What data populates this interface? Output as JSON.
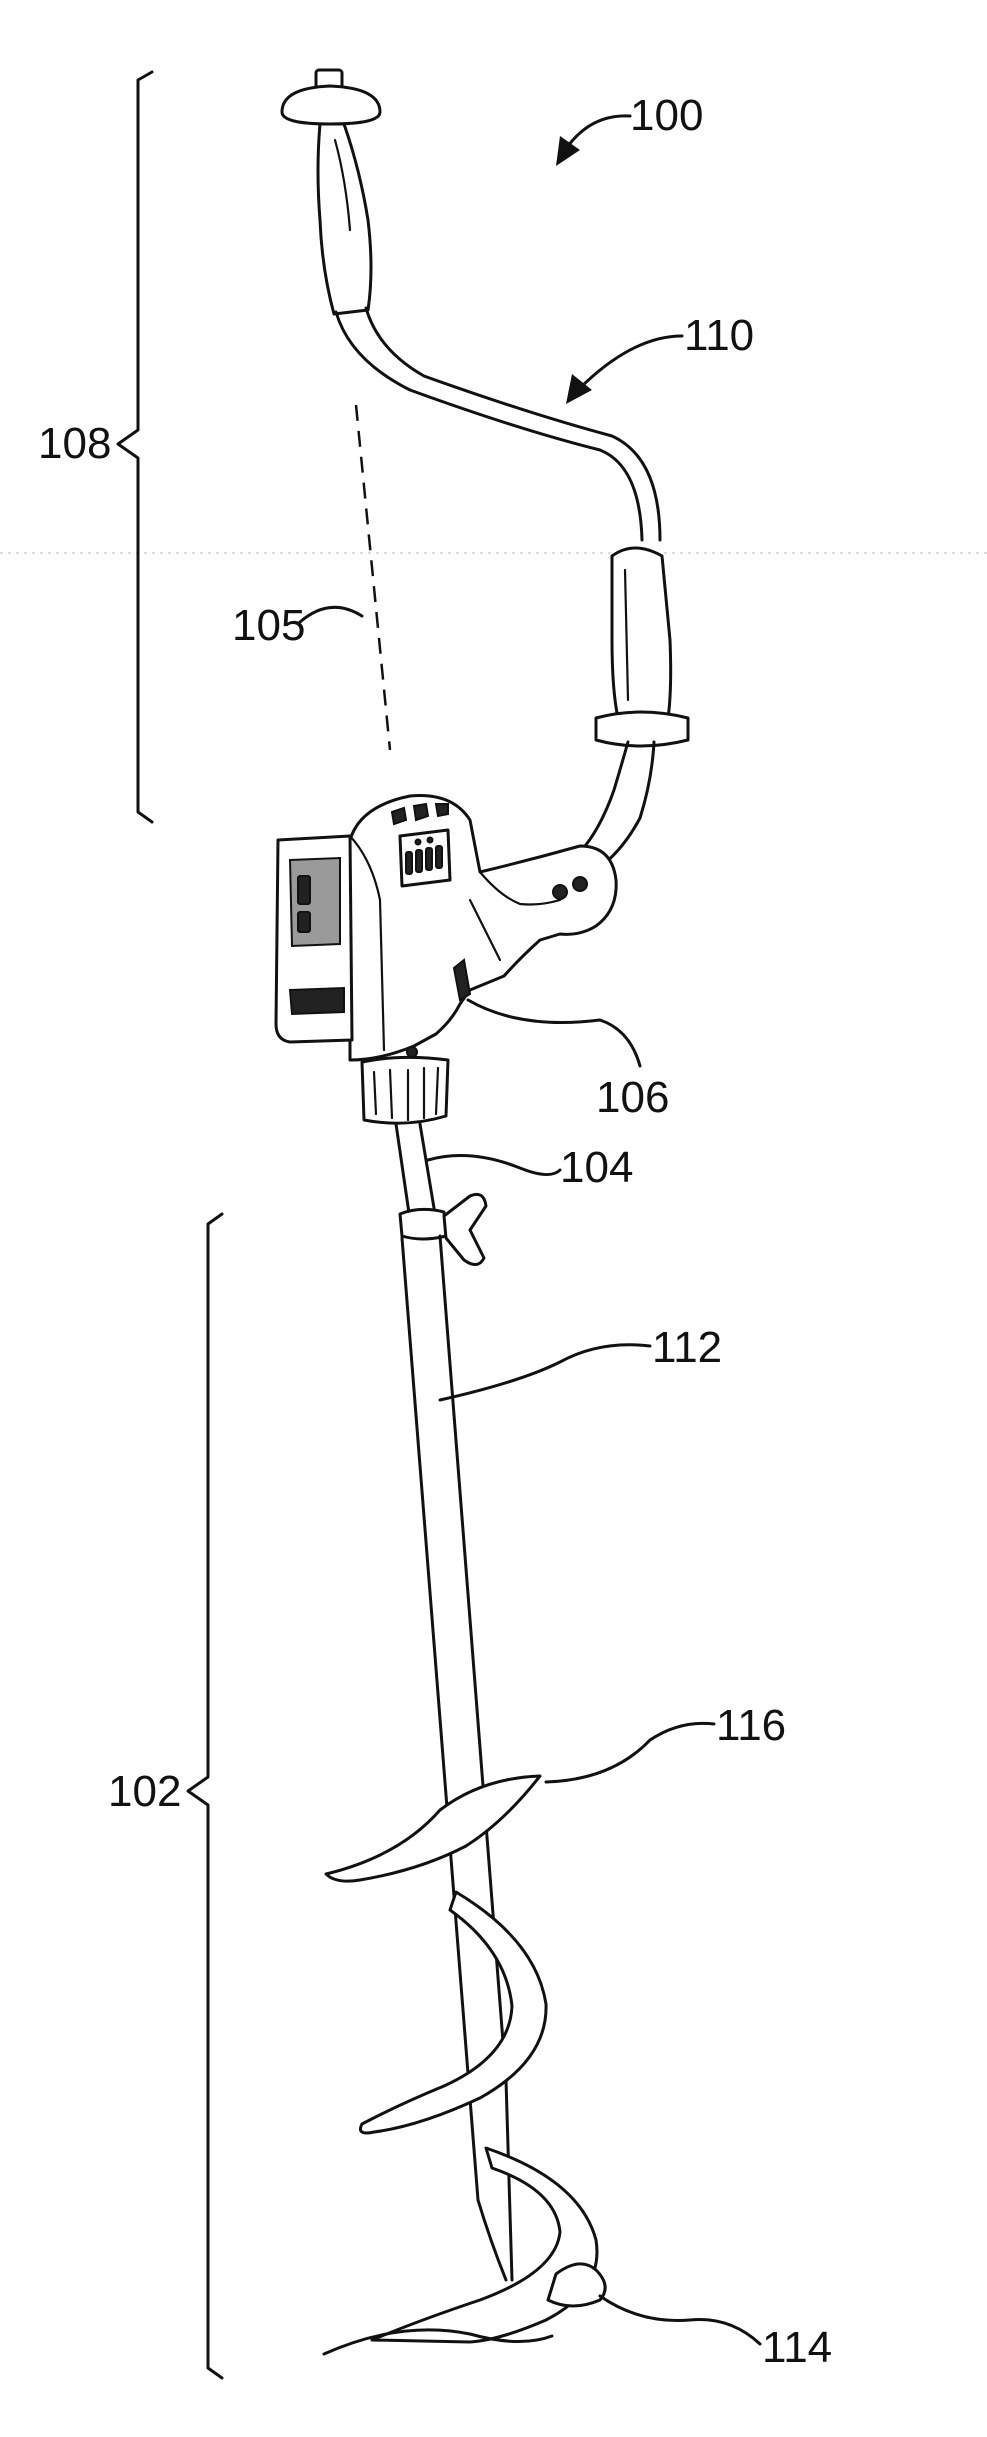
{
  "figure": {
    "reference_numerals": {
      "r100": "100",
      "r102": "102",
      "r104": "104",
      "r105": "105",
      "r106": "106",
      "r108": "108",
      "r110": "110",
      "r112": "112",
      "r114": "114",
      "r116": "116"
    }
  }
}
